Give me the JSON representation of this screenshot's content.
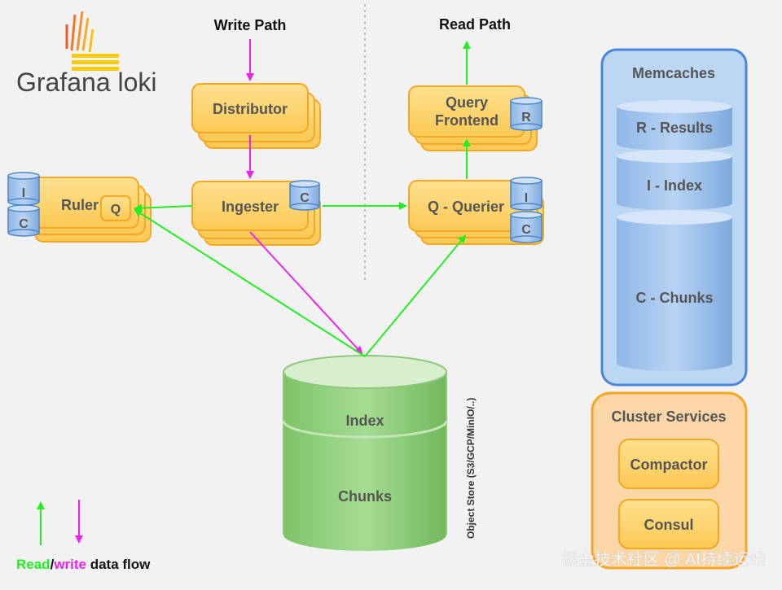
{
  "brand": {
    "name": "Grafana loki",
    "logo_colors": [
      "#f05a28",
      "#fbca0a"
    ]
  },
  "headers": {
    "write_path": "Write Path",
    "read_path": "Read Path"
  },
  "components": {
    "distributor": "Distributor",
    "ingester": "Ingester",
    "ruler": "Ruler",
    "query_frontend_line1": "Query",
    "query_frontend_line2": "Frontend",
    "querier": "Q - Querier"
  },
  "cache_badges": {
    "ingester": "C",
    "ruler_index": "I",
    "ruler_chunks": "C",
    "ruler_query": "Q",
    "query_frontend": "R",
    "querier_index": "I",
    "querier_chunks": "C"
  },
  "object_store": {
    "index": "Index",
    "chunks": "Chunks",
    "caption": "Object Store (S3/GCP/MinIO/..)"
  },
  "memcaches": {
    "title": "Memcaches",
    "results": "R - Results",
    "index": "I - Index",
    "chunks": "C - Chunks"
  },
  "cluster_services": {
    "title": "Cluster Services",
    "compactor": "Compactor",
    "consul": "Consul"
  },
  "legend": {
    "read": "Read",
    "separator": "/",
    "write": "write",
    "suffix": " data flow"
  },
  "watermark": "掘金技术社区 @ AI持续运维",
  "colors": {
    "read_flow": "#22ee22",
    "write_flow": "#ee22ee",
    "component_fill": "#fdd36b",
    "component_border": "#f5a623",
    "cache_blue": "#9cc2ec",
    "store_green": "#8fd07c",
    "memcache_panel": "#bcd7f3",
    "cluster_panel": "#fbd7a8"
  }
}
